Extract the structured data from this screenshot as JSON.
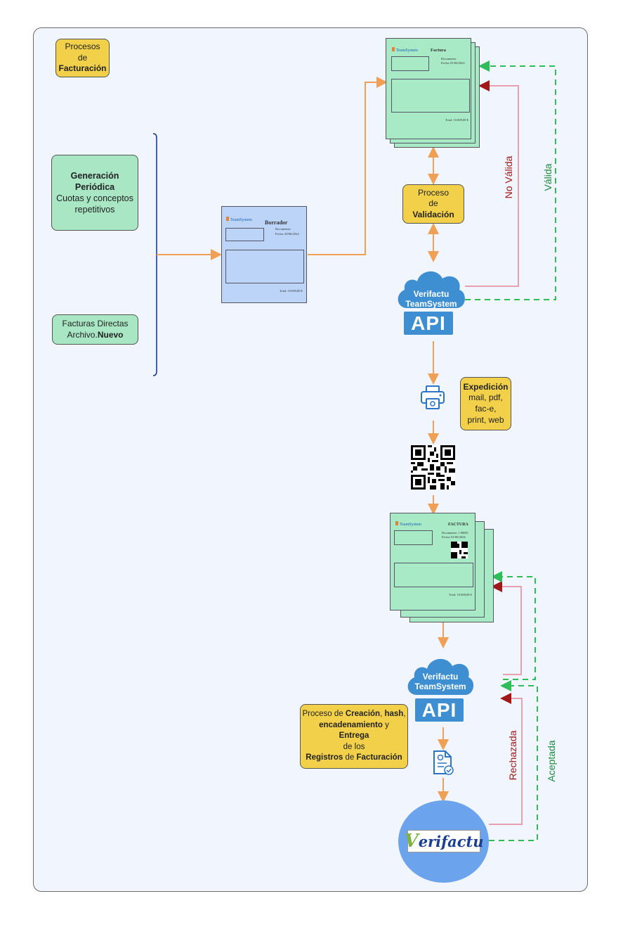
{
  "title_box": {
    "line1": "Procesos",
    "line2": "de",
    "line3": "Facturación"
  },
  "generation_box": {
    "bold": "Generación Periódica",
    "text": "Cuotas y conceptos repetitivos"
  },
  "direct_box": {
    "line1": "Facturas Directas",
    "line2_prefix": "Archivo.",
    "line2_bold": "Nuevo"
  },
  "validation_box": {
    "line1": "Proceso",
    "line2": "de",
    "line3": "Validación"
  },
  "expedition_box": {
    "bold": "Expedición",
    "text": "mail, pdf, fac-e, print, web"
  },
  "creation_box": {
    "p1": "Proceso de ",
    "b1": "Creación",
    "p2": ", ",
    "b2": "hash",
    "p3": ",",
    "b3": "encadenamiento",
    "p4": " y",
    "b4": "Entrega",
    "p5": "de los",
    "b5": "Registros",
    "p6": " de ",
    "b6": "Facturación"
  },
  "draft_doc": {
    "brand": "TeamSystem",
    "title": "Borrador",
    "meta1": "Documento:",
    "meta2": "Fecha: 20/06/2024",
    "total": "Total: 10.000,00 €"
  },
  "invoice_doc": {
    "brand": "TeamSystem",
    "title": "Factura",
    "meta1": "Documento:",
    "meta2": "Fecha: 01/06/2024",
    "total": "Total: 10.000,00 €"
  },
  "final_doc": {
    "brand": "TeamSystem",
    "title": "FACTURA",
    "meta1": "Documento: 1.00001",
    "meta2": "Fecha: 01/06/2024",
    "total": "Total: 10.000,00 €"
  },
  "api_top": {
    "cloud_line1": "Verifactu",
    "cloud_line2": "TeamSystem",
    "api": "API"
  },
  "api_bottom": {
    "cloud_line1": "Verifactu",
    "cloud_line2": "TeamSystem",
    "api": "API"
  },
  "verifactu_logo": {
    "v": "V",
    "text": "erifactu"
  },
  "edge_labels": {
    "no_valida": "No Válida",
    "valida": "Válida",
    "rechazada": "Rechazada",
    "aceptada": "Aceptada"
  },
  "colors": {
    "orange": "#f0a055",
    "red_line": "#e8a0b0",
    "red_arrow": "#a01818",
    "green": "#2ebd59",
    "yellow": "#f2d049",
    "green_box": "#a8e6c4",
    "blue_doc": "#bcd4f7",
    "cloud": "#3d8fd1"
  },
  "icons": [
    "printer-icon",
    "qr-code-icon",
    "signed-document-icon",
    "cloud-icon"
  ]
}
